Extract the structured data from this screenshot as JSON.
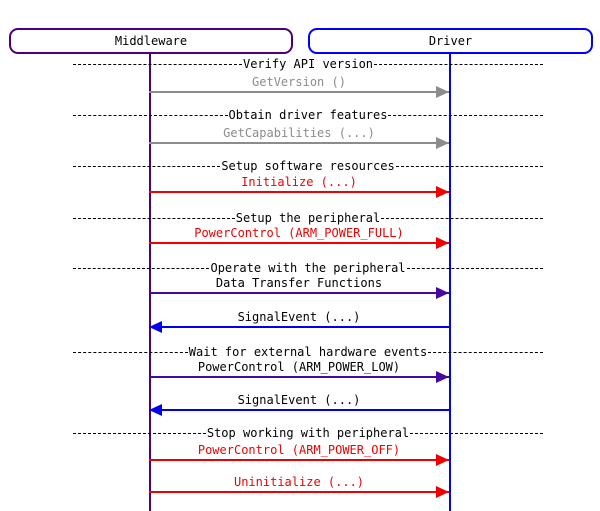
{
  "diagram": {
    "type": "sequence-diagram",
    "participants": [
      {
        "name": "Middleware",
        "color": "#4B0082"
      },
      {
        "name": "Driver",
        "color": "#0000FF"
      }
    ],
    "colors": {
      "gray_arrow": "#8C8C8C",
      "red_arrow": "#F00000",
      "blue_arrow": "#0000EE",
      "violet_arrow": "#4708A0",
      "divider_line": "#000000",
      "background": "#FFFFFF"
    },
    "sections": [
      {
        "title": "Verify API version"
      },
      {
        "title": "Obtain driver features"
      },
      {
        "title": "Setup software resources"
      },
      {
        "title": "Setup the peripheral"
      },
      {
        "title": "Operate with the peripheral"
      },
      {
        "title": "Wait for external hardware events"
      },
      {
        "title": "Stop working with peripheral"
      }
    ],
    "messages": [
      {
        "label": "GetVersion ()",
        "from": "Middleware",
        "to": "Driver",
        "style": "gray"
      },
      {
        "label": "GetCapabilities (...)",
        "from": "Middleware",
        "to": "Driver",
        "style": "gray"
      },
      {
        "label": "Initialize (...)",
        "from": "Middleware",
        "to": "Driver",
        "style": "red"
      },
      {
        "label": "PowerControl (ARM_POWER_FULL)",
        "from": "Middleware",
        "to": "Driver",
        "style": "red"
      },
      {
        "label": "Data Transfer Functions",
        "from": "Middleware",
        "to": "Driver",
        "style": "violet"
      },
      {
        "label": "SignalEvent (...)",
        "from": "Driver",
        "to": "Middleware",
        "style": "blue"
      },
      {
        "label": "PowerControl (ARM_POWER_LOW)",
        "from": "Middleware",
        "to": "Driver",
        "style": "violet"
      },
      {
        "label": "SignalEvent (...)",
        "from": "Driver",
        "to": "Middleware",
        "style": "blue"
      },
      {
        "label": "PowerControl (ARM_POWER_OFF)",
        "from": "Middleware",
        "to": "Driver",
        "style": "red"
      },
      {
        "label": "Uninitialize (...)",
        "from": "Middleware",
        "to": "Driver",
        "style": "red"
      }
    ]
  }
}
